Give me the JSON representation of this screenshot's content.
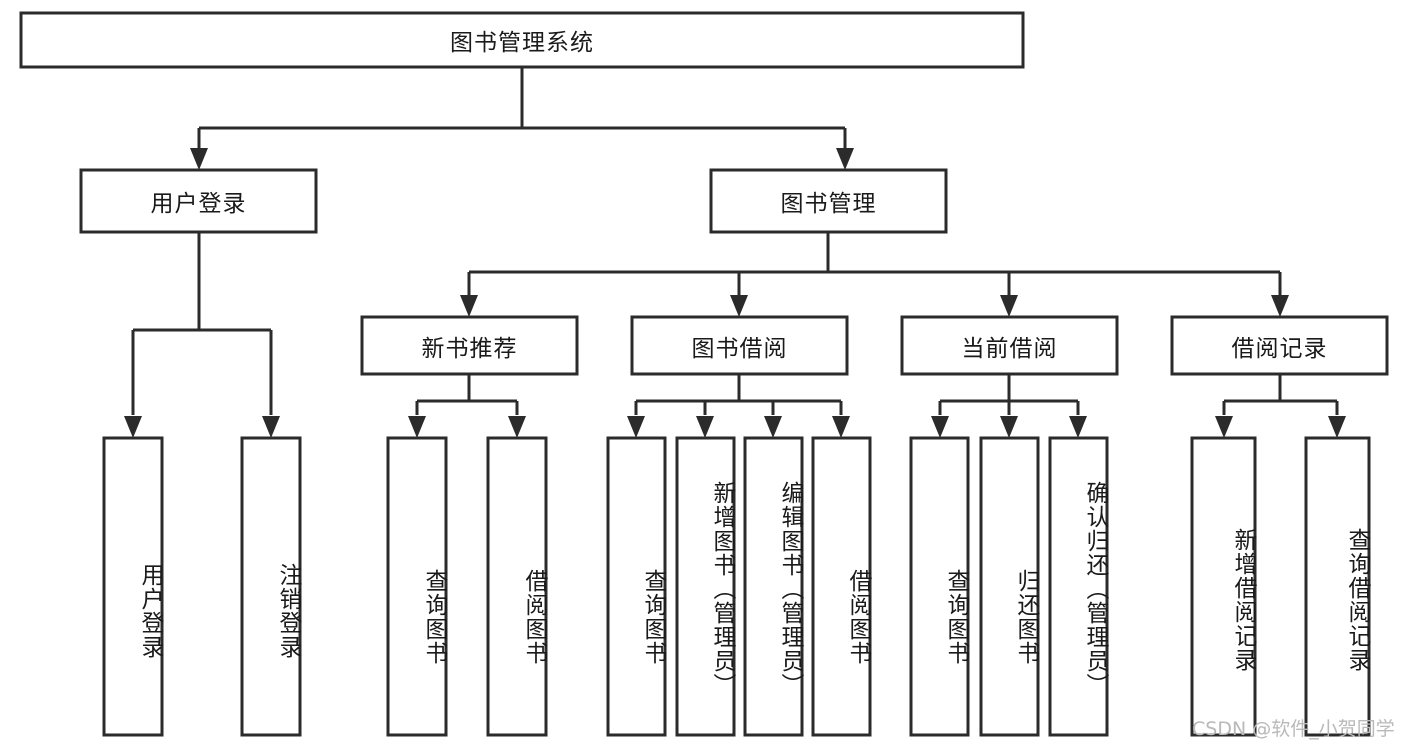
{
  "diagram": {
    "title": "图书管理系统",
    "type": "tree",
    "watermark": "CSDN @软件_小贺同学",
    "colors": {
      "box_stroke": "#2b2b2b",
      "box_fill": "#ffffff",
      "text": "#1a1a1a",
      "connector": "#2b2b2b",
      "watermark": "#b9b9b9",
      "background": "#ffffff"
    },
    "nodes": {
      "root": {
        "label": "图书管理系统"
      },
      "level1": [
        {
          "label": "用户登录"
        },
        {
          "label": "图书管理"
        }
      ],
      "level2": [
        {
          "label": "新书推荐"
        },
        {
          "label": "图书借阅"
        },
        {
          "label": "当前借阅"
        },
        {
          "label": "借阅记录"
        }
      ],
      "leaves": {
        "user_login": [
          {
            "label": "用户登录"
          },
          {
            "label": "注销登录"
          }
        ],
        "new_book_recommend": [
          {
            "label": "查询图书"
          },
          {
            "label": "借阅图书"
          }
        ],
        "book_borrow": [
          {
            "label": "查询图书"
          },
          {
            "label": "新增图书（管理员）"
          },
          {
            "label": "编辑图书（管理员）"
          },
          {
            "label": "借阅图书"
          }
        ],
        "current_borrow": [
          {
            "label": "查询图书"
          },
          {
            "label": "归还图书"
          },
          {
            "label": "确认归还（管理员）"
          }
        ],
        "borrow_record": [
          {
            "label": "新增借阅记录"
          },
          {
            "label": "查询借阅记录"
          }
        ]
      }
    }
  }
}
